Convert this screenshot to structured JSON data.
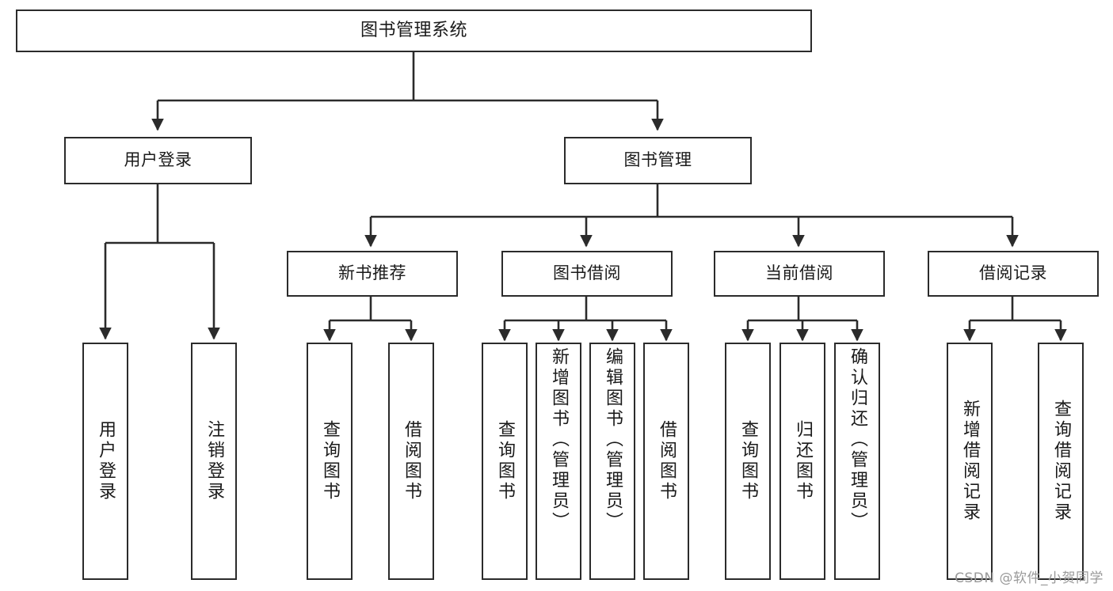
{
  "diagram": {
    "title": "图书管理系统",
    "type": "tree",
    "watermark": "CSDN @软件_小贺同学",
    "colors": {
      "background": "#ffffff",
      "node_border": "#2b2b2b",
      "node_fill": "#ffffff",
      "edge": "#2b2b2b",
      "text": "#1a1a1a",
      "watermark": "#9a9a9a"
    },
    "levels": {
      "root": "图书管理系统",
      "level2": [
        "用户登录",
        "图书管理"
      ],
      "level3": [
        "新书推荐",
        "图书借阅",
        "当前借阅",
        "借阅记录"
      ]
    },
    "nodes": {
      "root": {
        "label": "图书管理系统"
      },
      "user_login": {
        "label": "用户登录"
      },
      "book_manage": {
        "label": "图书管理"
      },
      "new_book_rec": {
        "label": "新书推荐"
      },
      "book_borrow": {
        "label": "图书借阅"
      },
      "current_borrow": {
        "label": "当前借阅"
      },
      "borrow_record": {
        "label": "借阅记录"
      },
      "leaf_user_login": {
        "label": "用户登录"
      },
      "leaf_logout": {
        "label": "注销登录"
      },
      "leaf_query_book_1": {
        "label": "查询图书"
      },
      "leaf_borrow_book_1": {
        "label": "借阅图书"
      },
      "leaf_query_book_2": {
        "label": "查询图书"
      },
      "leaf_add_book": {
        "label": "新增图书（管理员）"
      },
      "leaf_edit_book": {
        "label": "编辑图书（管理员）"
      },
      "leaf_borrow_book_2": {
        "label": "借阅图书"
      },
      "leaf_query_book_3": {
        "label": "查询图书"
      },
      "leaf_return_book": {
        "label": "归还图书"
      },
      "leaf_confirm_return": {
        "label": "确认归还（管理员）"
      },
      "leaf_add_record": {
        "label": "新增借阅记录"
      },
      "leaf_query_record": {
        "label": "查询借阅记录"
      }
    },
    "edges": [
      {
        "from": "root",
        "to": "user_login"
      },
      {
        "from": "root",
        "to": "book_manage"
      },
      {
        "from": "user_login",
        "to": "leaf_user_login"
      },
      {
        "from": "user_login",
        "to": "leaf_logout"
      },
      {
        "from": "book_manage",
        "to": "new_book_rec"
      },
      {
        "from": "book_manage",
        "to": "book_borrow"
      },
      {
        "from": "book_manage",
        "to": "current_borrow"
      },
      {
        "from": "book_manage",
        "to": "borrow_record"
      },
      {
        "from": "new_book_rec",
        "to": "leaf_query_book_1"
      },
      {
        "from": "new_book_rec",
        "to": "leaf_borrow_book_1"
      },
      {
        "from": "book_borrow",
        "to": "leaf_query_book_2"
      },
      {
        "from": "book_borrow",
        "to": "leaf_add_book"
      },
      {
        "from": "book_borrow",
        "to": "leaf_edit_book"
      },
      {
        "from": "book_borrow",
        "to": "leaf_borrow_book_2"
      },
      {
        "from": "current_borrow",
        "to": "leaf_query_book_3"
      },
      {
        "from": "current_borrow",
        "to": "leaf_return_book"
      },
      {
        "from": "current_borrow",
        "to": "leaf_confirm_return"
      },
      {
        "from": "borrow_record",
        "to": "leaf_add_record"
      },
      {
        "from": "borrow_record",
        "to": "leaf_query_record"
      }
    ]
  }
}
